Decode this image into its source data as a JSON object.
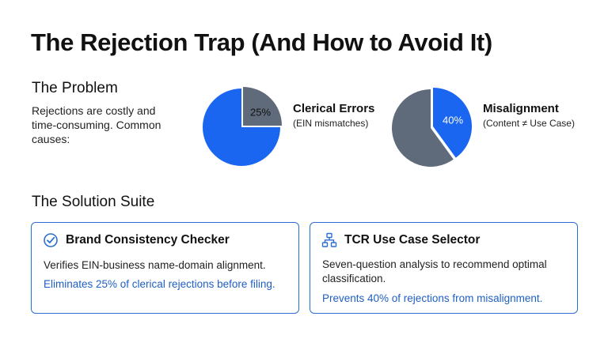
{
  "slide": {
    "title": "The Rejection Trap (And How to Avoid It)"
  },
  "problem": {
    "heading": "The Problem",
    "body": "Rejections are costly and time-consuming. Common causes:",
    "causes": [
      {
        "percent_label": "25%",
        "percent_value": 25,
        "title": "Clerical Errors",
        "subtitle": "(EIN mismatches)",
        "highlight_color": "#5f6b7a",
        "rest_color": "#1a66f0",
        "text_color": "#111111"
      },
      {
        "percent_label": "40%",
        "percent_value": 40,
        "title": "Misalignment",
        "subtitle": "(Content ≠ Use Case)",
        "highlight_color": "#1a66f0",
        "rest_color": "#5f6b7a",
        "text_color": "#ffffff"
      }
    ]
  },
  "solution": {
    "heading": "The Solution Suite",
    "cards": [
      {
        "icon": "check-circle-icon",
        "title": "Brand Consistency Checker",
        "description": "Verifies EIN-business name-domain alignment.",
        "result": "Eliminates 25% of clerical rejections before filing."
      },
      {
        "icon": "flowchart-icon",
        "title": "TCR Use Case Selector",
        "description": "Seven-question analysis to recommend optimal classification.",
        "result": "Prevents 40% of rejections from misalignment."
      }
    ]
  },
  "colors": {
    "accent_blue": "#1a66f0",
    "slate_gray": "#5f6b7a",
    "card_border": "#2b6fd1",
    "result_text": "#1f5fc4"
  }
}
